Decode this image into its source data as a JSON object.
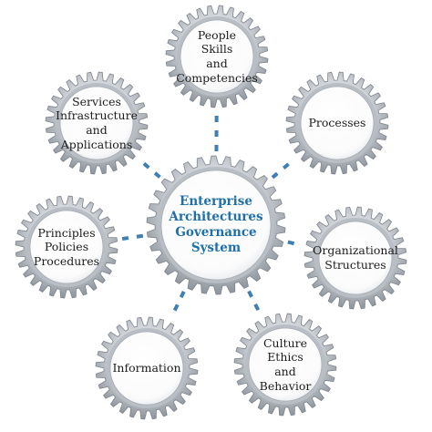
{
  "center": {
    "label": "Enterprise\nArchitectures\nGovernance\nSystem"
  },
  "satellites": [
    {
      "id": "people",
      "label": "People\nSkills\nand\nCompetencies"
    },
    {
      "id": "processes",
      "label": "Processes"
    },
    {
      "id": "organizational",
      "label": "Organizational\nStructures"
    },
    {
      "id": "culture",
      "label": "Culture\nEthics\nand\nBehavior"
    },
    {
      "id": "information",
      "label": "Information"
    },
    {
      "id": "principles",
      "label": "Principles\nPolicies\nProcedures"
    },
    {
      "id": "services",
      "label": "Services\nInfrastructure\nand\nApplications"
    }
  ],
  "colors": {
    "connector": "#3f7fb3",
    "center_text": "#1f6fa8",
    "gear_metal": "#c8ccd2",
    "gear_face": "#ffffff"
  }
}
